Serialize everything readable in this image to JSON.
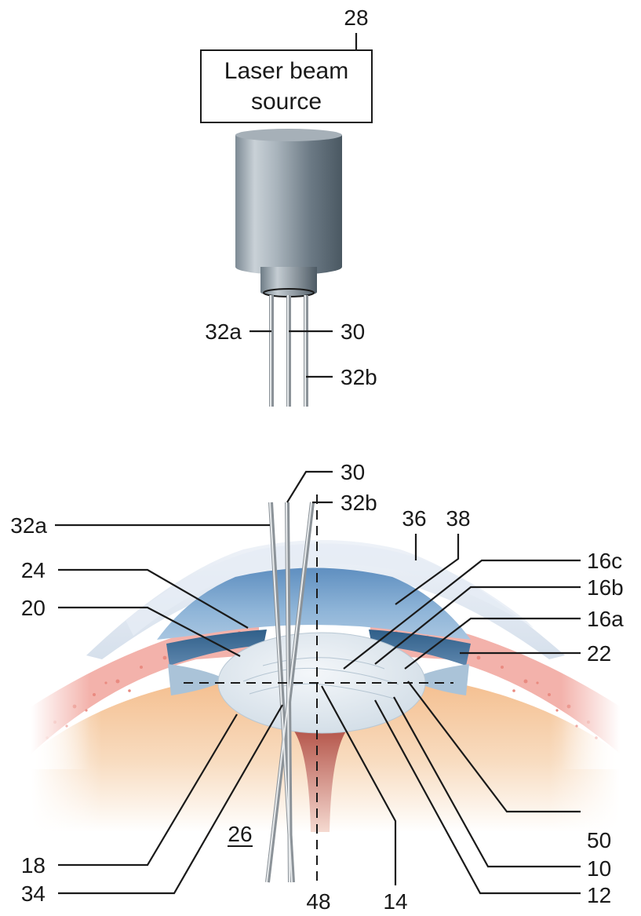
{
  "source_box": {
    "line1": "Laser beam",
    "line2": "source"
  },
  "labels": {
    "l28": "28",
    "l32a_top": "32a",
    "l30_top": "30",
    "l32b_top": "32b",
    "l30": "30",
    "l32b": "32b",
    "l32a": "32a",
    "l36": "36",
    "l38": "38",
    "l24": "24",
    "l20": "20",
    "l16c": "16c",
    "l16b": "16b",
    "l16a": "16a",
    "l22": "22",
    "l26": "26",
    "l18": "18",
    "l34": "34",
    "l48": "48",
    "l14": "14",
    "l50": "50",
    "l10": "10",
    "l12": "12"
  },
  "colors": {
    "tissue_pink": "#f3b2ab",
    "vitreous_orange": "#f5c394",
    "anterior_chamber_blue": "#7aa6cf",
    "lens_pale": "#e4ecf2",
    "housing_grey": "#8a96a0"
  }
}
